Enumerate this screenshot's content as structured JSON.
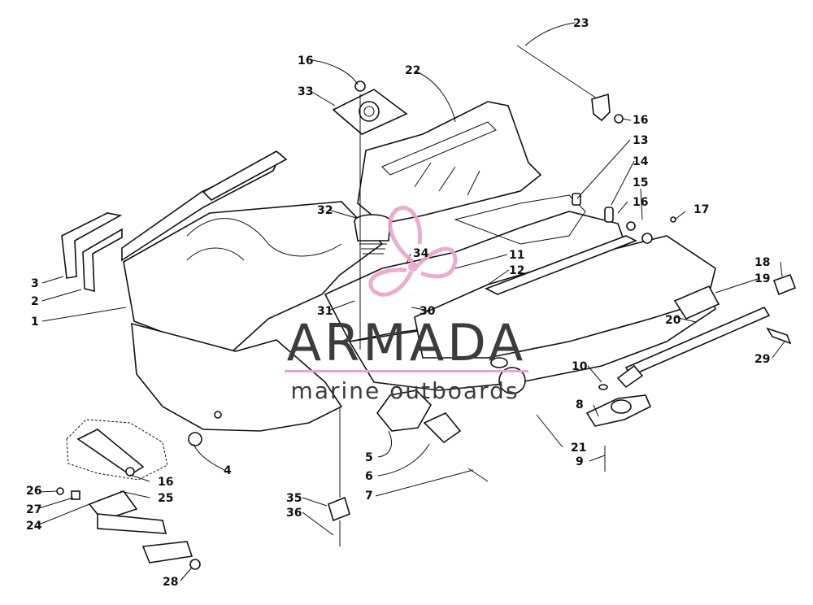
{
  "watermark": {
    "brand": "ARMADA",
    "tagline": "marine outboards",
    "accent_color": "#e8a6c8",
    "text_color": "#3c3c3c",
    "logo_icon": "propeller-logo-icon"
  },
  "callouts": [
    "1",
    "2",
    "3",
    "4",
    "5",
    "6",
    "7",
    "8",
    "9",
    "10",
    "11",
    "12",
    "13",
    "14",
    "15",
    "16",
    "17",
    "18",
    "19",
    "20",
    "21",
    "22",
    "23",
    "24",
    "25",
    "26",
    "27",
    "28",
    "29",
    "30",
    "31",
    "32",
    "33",
    "34",
    "35",
    "36"
  ],
  "callouts_repeated": [
    "16",
    "16",
    "16",
    "16"
  ]
}
